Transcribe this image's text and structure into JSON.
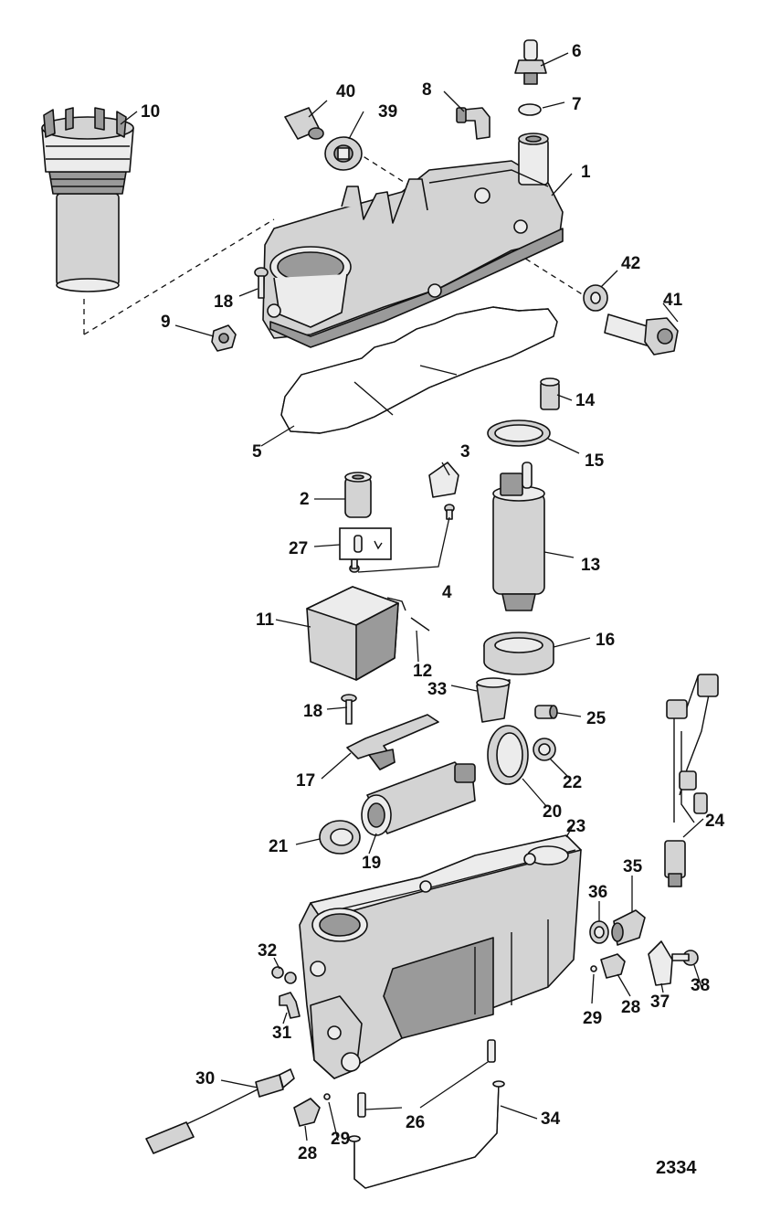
{
  "figure_number": "2334",
  "callouts": [
    {
      "id": "c6",
      "label": "6"
    },
    {
      "id": "c7",
      "label": "7"
    },
    {
      "id": "c40",
      "label": "40"
    },
    {
      "id": "c8",
      "label": "8"
    },
    {
      "id": "c10",
      "label": "10"
    },
    {
      "id": "c39",
      "label": "39"
    },
    {
      "id": "c1",
      "label": "1"
    },
    {
      "id": "c42",
      "label": "42"
    },
    {
      "id": "c18a",
      "label": "18"
    },
    {
      "id": "c41",
      "label": "41"
    },
    {
      "id": "c9",
      "label": "9"
    },
    {
      "id": "c14",
      "label": "14"
    },
    {
      "id": "c5",
      "label": "5"
    },
    {
      "id": "c15",
      "label": "15"
    },
    {
      "id": "c3",
      "label": "3"
    },
    {
      "id": "c2",
      "label": "2"
    },
    {
      "id": "c27",
      "label": "27"
    },
    {
      "id": "c13",
      "label": "13"
    },
    {
      "id": "c4",
      "label": "4"
    },
    {
      "id": "c11",
      "label": "11"
    },
    {
      "id": "c16",
      "label": "16"
    },
    {
      "id": "c12",
      "label": "12"
    },
    {
      "id": "c33",
      "label": "33"
    },
    {
      "id": "c18b",
      "label": "18"
    },
    {
      "id": "c25",
      "label": "25"
    },
    {
      "id": "c17",
      "label": "17"
    },
    {
      "id": "c22",
      "label": "22"
    },
    {
      "id": "c20",
      "label": "20"
    },
    {
      "id": "c24",
      "label": "24"
    },
    {
      "id": "c23",
      "label": "23"
    },
    {
      "id": "c21",
      "label": "21"
    },
    {
      "id": "c19",
      "label": "19"
    },
    {
      "id": "c35",
      "label": "35"
    },
    {
      "id": "c36",
      "label": "36"
    },
    {
      "id": "c32",
      "label": "32"
    },
    {
      "id": "c38",
      "label": "38"
    },
    {
      "id": "c37",
      "label": "37"
    },
    {
      "id": "c28a",
      "label": "28"
    },
    {
      "id": "c29a",
      "label": "29"
    },
    {
      "id": "c31",
      "label": "31"
    },
    {
      "id": "c30",
      "label": "30"
    },
    {
      "id": "c34",
      "label": "34"
    },
    {
      "id": "c26",
      "label": "26"
    },
    {
      "id": "c28b",
      "label": "28"
    },
    {
      "id": "c29b",
      "label": "29"
    }
  ]
}
